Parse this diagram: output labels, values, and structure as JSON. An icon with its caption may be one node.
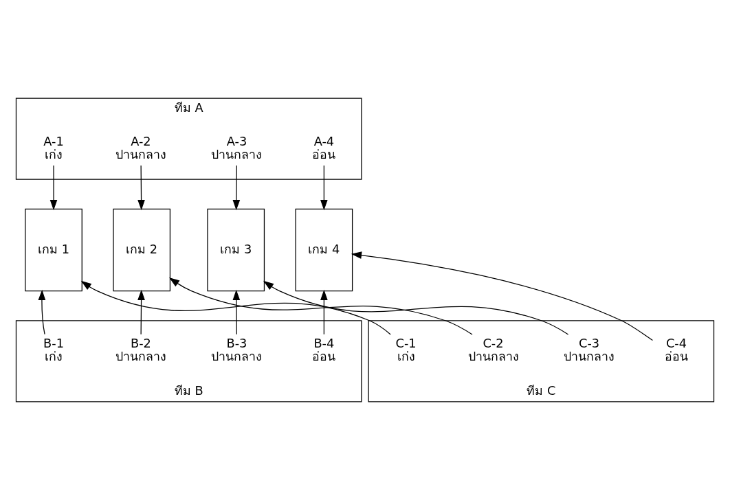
{
  "diagram": {
    "nodes": [
      {
        "text": [
          "ทีม A"
        ]
      },
      {
        "text": [
          "A-1",
          "เก่ง"
        ],
        "in": 0
      },
      {
        "text": [
          "A-2",
          "ปานกลาง"
        ],
        "in": 0
      },
      {
        "text": [
          "A-3",
          "ปานกลาง"
        ],
        "in": 0
      },
      {
        "text": [
          "A-4",
          "อ่อน"
        ],
        "in": 0
      },
      {
        "text": [
          "เกม 1"
        ]
      },
      {
        "text": [
          "เกม 2"
        ]
      },
      {
        "text": [
          "เกม 3"
        ]
      },
      {
        "text": [
          "เกม 4"
        ]
      },
      {
        "text": [
          "ทีม B"
        ]
      },
      {
        "text": [
          "B-1",
          "เก่ง"
        ],
        "in": 9
      },
      {
        "text": [
          "B-2",
          "ปานกลาง"
        ],
        "in": 9
      },
      {
        "text": [
          "B-3",
          "ปานกลาง"
        ],
        "in": 9
      },
      {
        "text": [
          "B-4",
          "อ่อน"
        ],
        "in": 9
      },
      {
        "text": [
          "ทีม C"
        ]
      },
      {
        "text": [
          "C-1",
          "เก่ง"
        ],
        "in": 14
      },
      {
        "text": [
          "C-2",
          "ปานกลาง"
        ],
        "in": 14
      },
      {
        "text": [
          "C-3",
          "ปานกลาง"
        ],
        "in": 14
      },
      {
        "text": [
          "C-4",
          "อ่อน"
        ],
        "in": 14
      }
    ],
    "edges": [
      {
        "from": 1,
        "to": 5,
        "arrow": "to"
      },
      {
        "from": 2,
        "to": 6,
        "arrow": "to"
      },
      {
        "from": 3,
        "to": 7,
        "arrow": "to"
      },
      {
        "from": 4,
        "to": 8,
        "arrow": "to"
      },
      {
        "from": 10,
        "to": 5,
        "arrow": "to"
      },
      {
        "from": 11,
        "to": 6,
        "arrow": "to"
      },
      {
        "from": 12,
        "to": 7,
        "arrow": "to"
      },
      {
        "from": 13,
        "to": 8,
        "arrow": "to"
      },
      {
        "from": 15,
        "to": 5,
        "arrow": "to"
      },
      {
        "from": 16,
        "to": 6,
        "arrow": "to"
      },
      {
        "from": 17,
        "to": 7,
        "arrow": "to"
      },
      {
        "from": 18,
        "to": 8,
        "arrow": "to"
      }
    ]
  }
}
